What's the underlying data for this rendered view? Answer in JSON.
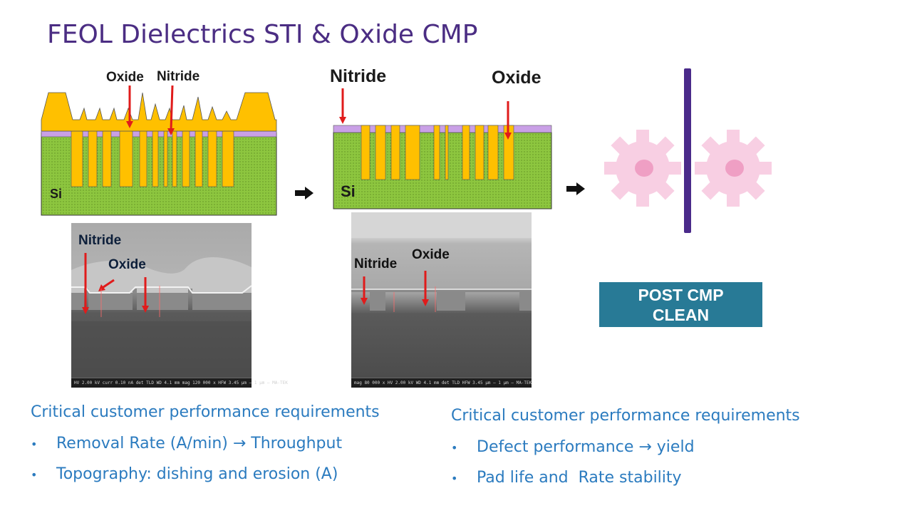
{
  "title": "FEOL Dielectrics STI & Oxide CMP",
  "diagram_before": {
    "label_oxide": "Oxide",
    "label_nitride": "Nitride",
    "label_si": "Si"
  },
  "diagram_after": {
    "label_nitride": "Nitride",
    "label_oxide": "Oxide",
    "label_si": "Si"
  },
  "sem_before": {
    "label_nitride": "Nitride",
    "label_oxide": "Oxide",
    "databar": "HV 2.00 kV  curr 0.10 nA  det TLD  WD 4.1 mm  mag 120 000 x  HFW 3.45 µm   — 1 µm —   MA-TEK"
  },
  "sem_after": {
    "label_nitride": "Nitride",
    "label_oxide": "Oxide",
    "databar": "mag 80 000 x  HV 2.00 kV  WD 4.1 mm  det TLD  HFW 3.45 µm   — 1 µm —   MA-TEK"
  },
  "post_cmp": {
    "line1": "POST CMP",
    "line2": "CLEAN"
  },
  "requirements_left": {
    "heading": "Critical customer performance requirements",
    "items": [
      "Removal Rate (A/min) → Throughput",
      "Topography: dishing and erosion (A)"
    ]
  },
  "requirements_right": {
    "heading": "Critical customer performance requirements",
    "items": [
      "Defect performance → yield",
      "Pad life and  Rate stability"
    ]
  },
  "colors": {
    "title": "#4b2d83",
    "oxide": "#ffc000",
    "nitride": "#c9a0e6",
    "silicon": "#8dc63f",
    "arrow_red": "#e01b1b",
    "teal_box": "#287a96",
    "requirements_text": "#2b7bbf",
    "gear": "#f8cfe3",
    "divider": "#4a2a8a"
  }
}
